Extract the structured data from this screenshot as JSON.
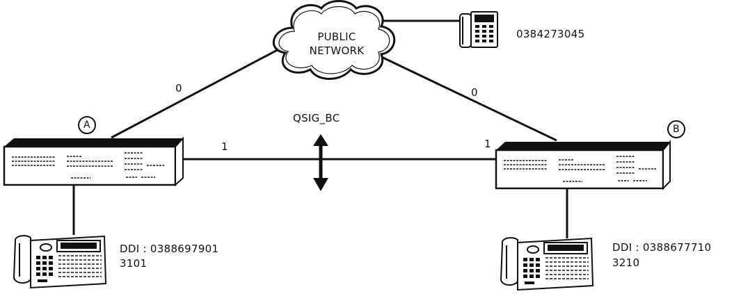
{
  "network": {
    "cloud_line1": "PUBLIC",
    "cloud_line2": "NETWORK",
    "external_number": "0384273045"
  },
  "links": {
    "left_public_trunk": "0",
    "right_public_trunk": "0",
    "left_private_trunk": "1",
    "right_private_trunk": "1",
    "protocol": "QSIG_BC"
  },
  "nodes": {
    "a": {
      "label": "A",
      "ddi": "DDI : 0388697901",
      "extension": "3101"
    },
    "b": {
      "label": "B",
      "ddi": "DDI : 0388677710",
      "extension": "3210"
    }
  },
  "colors": {
    "stroke": "#111111",
    "device_fill": "#ffffff"
  }
}
